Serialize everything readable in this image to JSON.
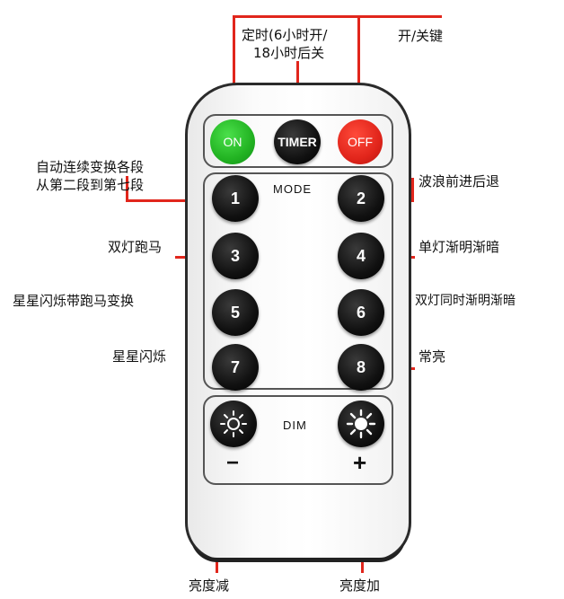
{
  "annotations": {
    "timer_label_line1": "定时(6小时开/",
    "timer_label_line2": "18小时后关",
    "onoff_label": "开/关键",
    "auto_cycle_line1": "自动连续变换各段",
    "auto_cycle_line2": "从第二段到第七段",
    "wave_label": "波浪前进后退",
    "dual_chase": "双灯跑马",
    "single_fade": "单灯渐明渐暗",
    "star_chase": "星星闪烁带跑马变换",
    "dual_fade": "双灯同时渐明渐暗",
    "star_twinkle": "星星闪烁",
    "steady_on": "常亮",
    "dim_down_label": "亮度减",
    "dim_up_label": "亮度加"
  },
  "remote": {
    "on_button": "ON",
    "timer_button": "TIMER",
    "off_button": "OFF",
    "mode_title": "MODE",
    "mode_buttons": [
      "1",
      "2",
      "3",
      "4",
      "5",
      "6",
      "7",
      "8"
    ],
    "dim_title": "DIM",
    "minus_sign": "−",
    "plus_sign": "+"
  },
  "colors": {
    "annotation_line": "#e1261c",
    "on_button": "#22b322",
    "off_button": "#e1251b",
    "button_dark": "#111111"
  },
  "icons": {
    "dim_down": "sun-small-icon",
    "dim_up": "sun-bright-icon"
  }
}
